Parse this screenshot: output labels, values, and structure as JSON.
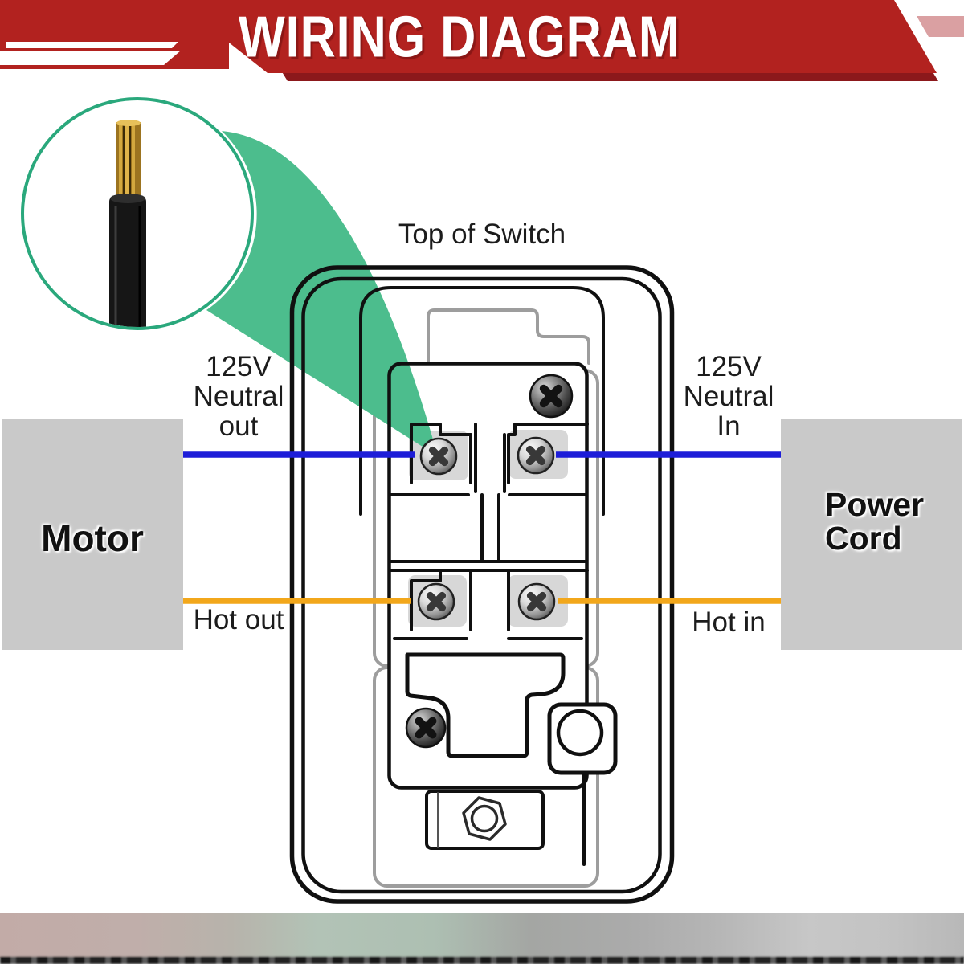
{
  "banner": {
    "title": "WIRING DIAGRAM"
  },
  "switch": {
    "top_label": "Top of Switch"
  },
  "left": {
    "box_label": "Motor",
    "neutral_label": "125V\nNeutral\nout",
    "hot_label": "Hot out"
  },
  "right": {
    "box_label": "Power\nCord",
    "neutral_label": "125V\nNeutral\nIn",
    "hot_label": "Hot in"
  },
  "colors": {
    "banner_red": "#b2221f",
    "banner_shadow_red": "#8c181b",
    "banner_pink": "#daa0a2",
    "title_white": "#ffffff",
    "inset_ring_green": "#2aa87c",
    "cone_green": "#4cbd8d",
    "neutral_wire_blue": "#1d1dd8",
    "hot_wire_orange": "#f2a71b",
    "terminal_box_gray": "#c9c9c9",
    "copper": "#c79a33",
    "footer_text_strip": "#474747"
  }
}
